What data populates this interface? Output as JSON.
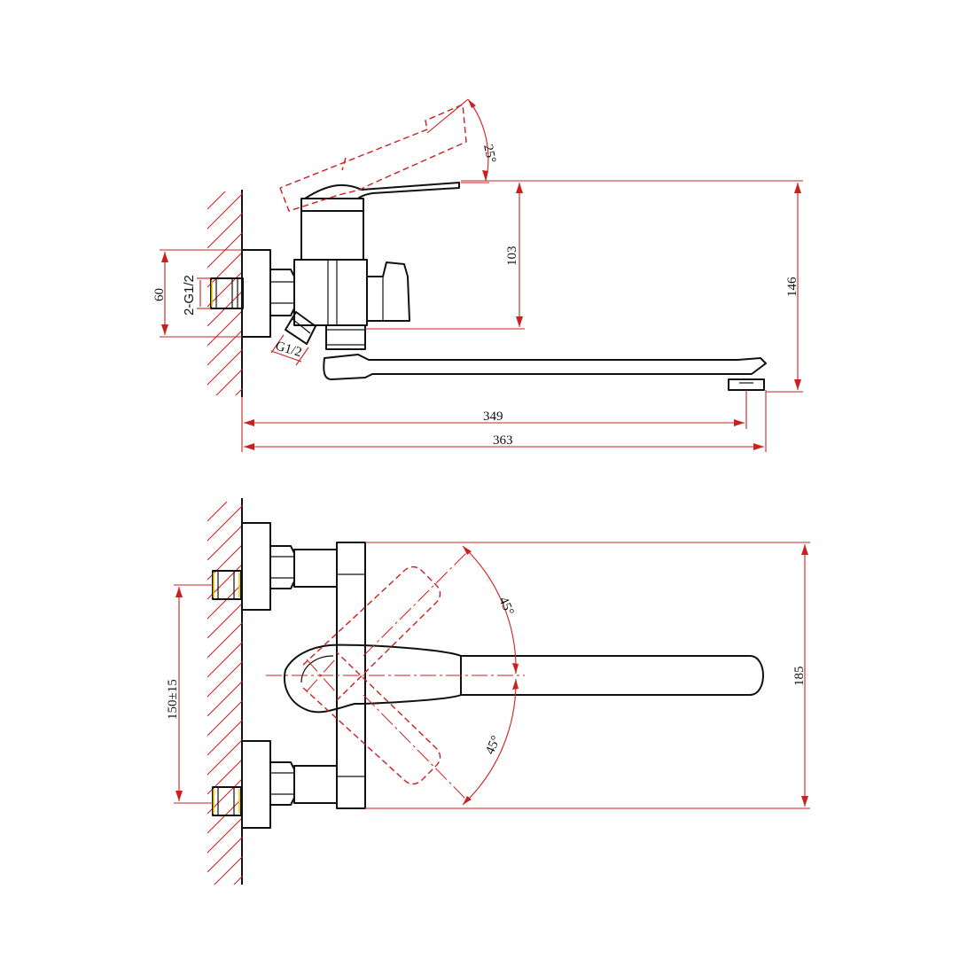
{
  "colors": {
    "outline": "#111111",
    "dimension": "#cc1f1f",
    "hatch": "#cc1f1f",
    "thread_highlight": "#e8c800",
    "background": "#ffffff"
  },
  "side_view": {
    "dimensions": {
      "handle_angle": "25°",
      "height_to_connection": "103",
      "overall_height": "146",
      "flange_height": "60",
      "inlet_thread": "2-G1/2",
      "outlet_thread": "G1/2",
      "spout_reach": "349",
      "overall_reach": "363"
    }
  },
  "top_view": {
    "dimensions": {
      "rotation_angle_upper": "45°",
      "rotation_angle_lower": "45°",
      "inlet_spacing": "150±15",
      "body_width": "185"
    }
  }
}
